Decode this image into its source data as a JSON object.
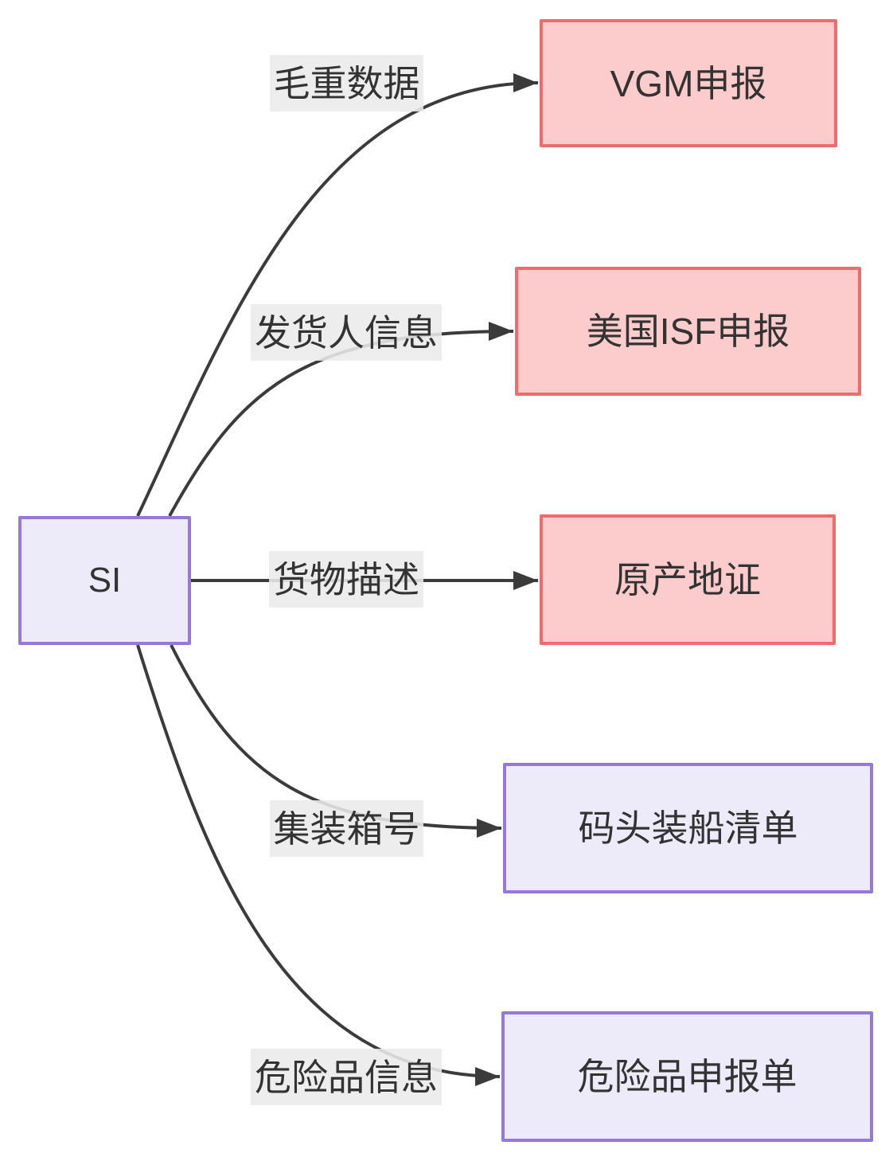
{
  "diagram": {
    "root": {
      "label": "SI"
    },
    "nodes": [
      {
        "label": "VGM申报",
        "style": "pink"
      },
      {
        "label": "美国ISF申报",
        "style": "pink"
      },
      {
        "label": "原产地证",
        "style": "pink"
      },
      {
        "label": "码头装船清单",
        "style": "purple"
      },
      {
        "label": "危险品申报单",
        "style": "purple"
      }
    ],
    "edges": [
      {
        "label": "毛重数据",
        "from": "SI",
        "to": "VGM申报"
      },
      {
        "label": "发货人信息",
        "from": "SI",
        "to": "美国ISF申报"
      },
      {
        "label": "货物描述",
        "from": "SI",
        "to": "原产地证"
      },
      {
        "label": "集装箱号",
        "from": "SI",
        "to": "码头装船清单"
      },
      {
        "label": "危险品信息",
        "from": "SI",
        "to": "危险品申报单"
      }
    ],
    "colors": {
      "pink_fill": "#FCCBCB",
      "pink_border": "#F06C6C",
      "purple_fill": "#EDEBFA",
      "purple_border": "#9678D8",
      "line": "#3B3B3B",
      "label_bg": "#EDEDED",
      "text": "#333333"
    }
  }
}
